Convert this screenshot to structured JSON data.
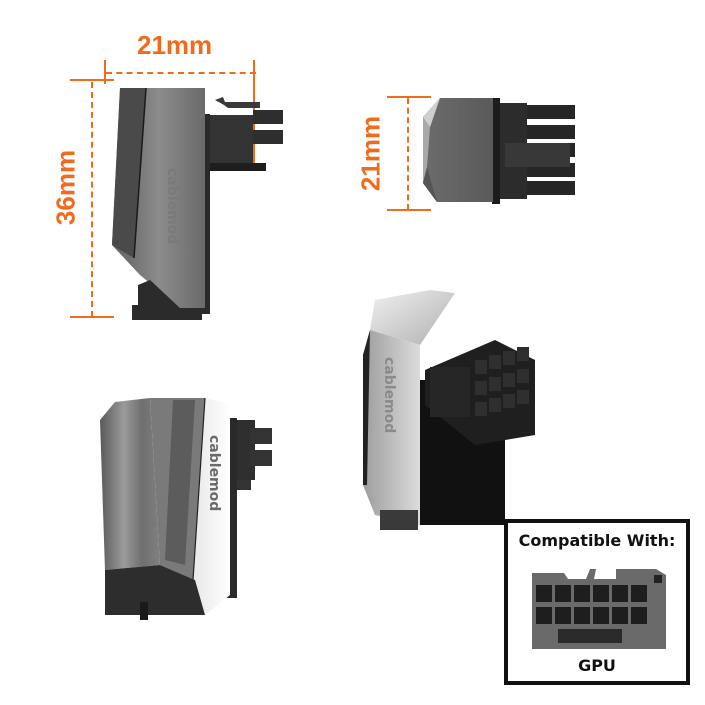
{
  "dimensions": {
    "width_label": "21mm",
    "height_label": "36mm",
    "side_height_label": "21mm",
    "accent_color": "#f26a1b"
  },
  "views": [
    {
      "name": "side-view",
      "brand": "cablemod"
    },
    {
      "name": "rear-view"
    },
    {
      "name": "front-angle-view",
      "brand": "cablemod"
    },
    {
      "name": "back-angle-view",
      "brand": "cablemod"
    }
  ],
  "compatibility": {
    "title": "Compatible With:",
    "device": "GPU"
  }
}
